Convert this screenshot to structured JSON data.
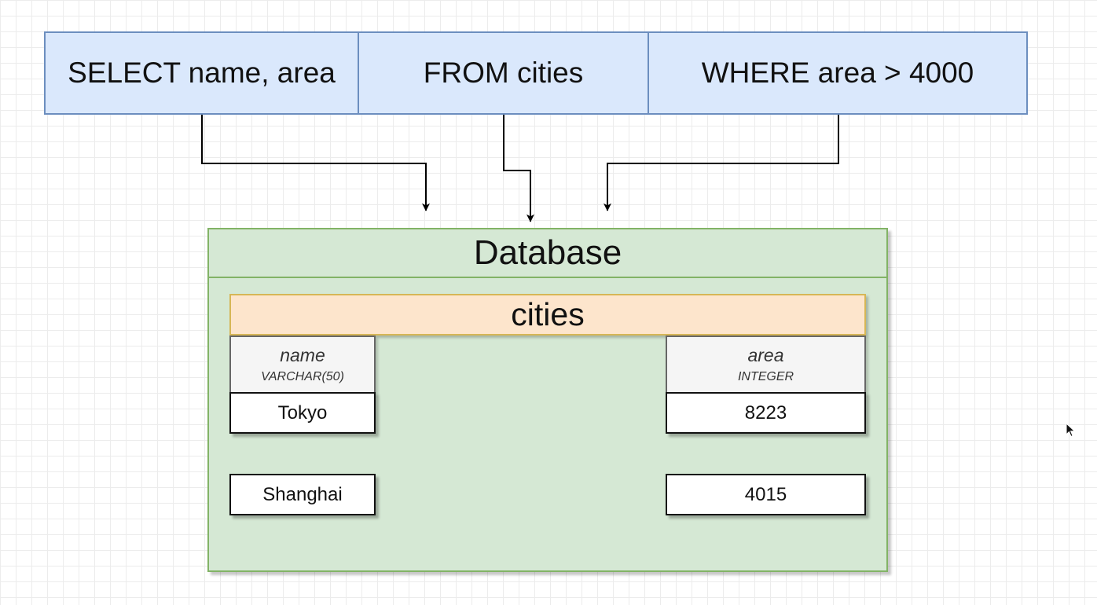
{
  "query": {
    "select": "SELECT name, area",
    "from": "FROM cities",
    "where": "WHERE area > 4000"
  },
  "database": {
    "title": "Database",
    "table": {
      "name": "cities",
      "columns": [
        {
          "name": "name",
          "type": "VARCHAR(50)"
        },
        {
          "name": "area",
          "type": "INTEGER"
        }
      ],
      "rows": [
        {
          "name": "Tokyo",
          "area": "8223"
        },
        {
          "name": "Shanghai",
          "area": "4015"
        }
      ]
    }
  },
  "colors": {
    "query_fill": "#dae8fc",
    "query_stroke": "#6c8ebf",
    "database_fill": "#d5e8d4",
    "database_stroke": "#82b366",
    "table_header_fill": "#fde5cc",
    "table_header_stroke": "#d6b656",
    "column_header_fill": "#f5f5f5",
    "arrow": "#000000"
  },
  "icons": {
    "pointer": "mouse-pointer-icon"
  }
}
